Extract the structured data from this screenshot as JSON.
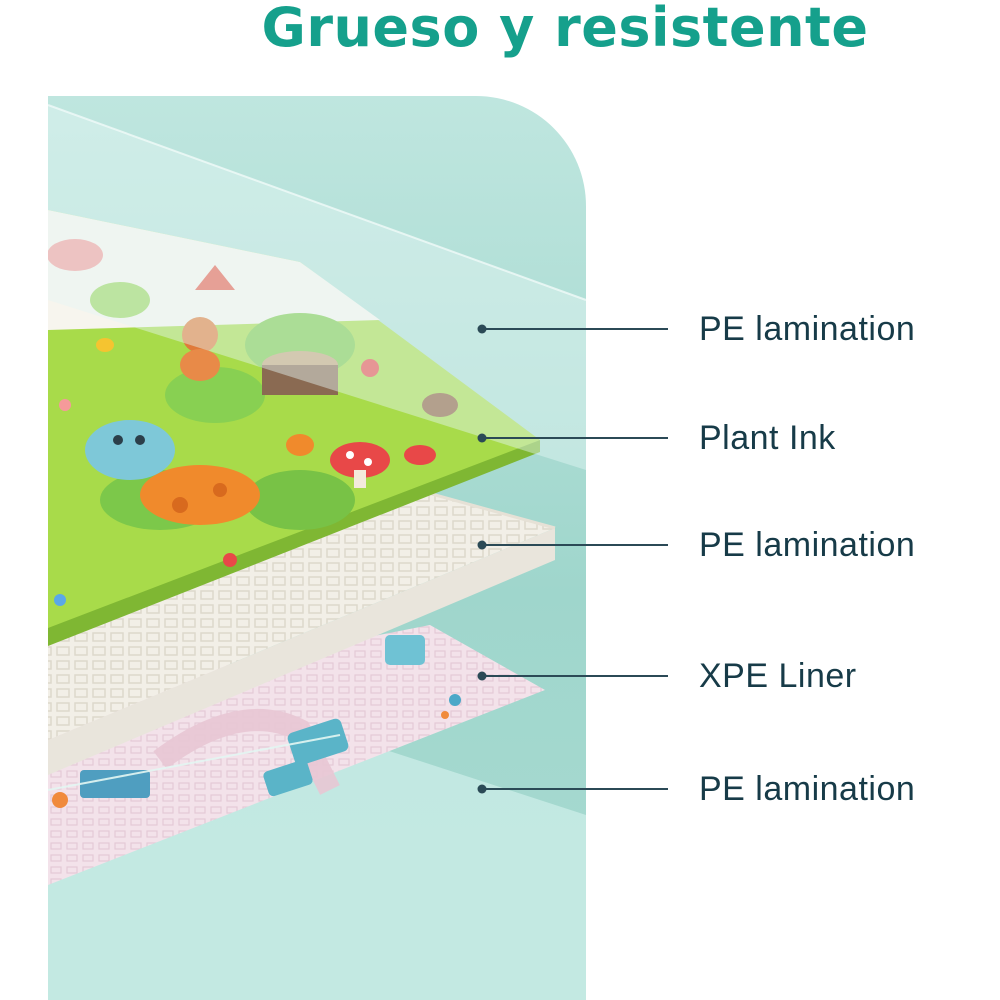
{
  "title": "Grueso y resistente",
  "colors": {
    "title": "#15a08c",
    "panel": "#a9dbd2",
    "label_text": "#173b48",
    "leader_line": "#2b4a56",
    "green_layer": "#9ed63a",
    "white_layer": "#f5f2ea",
    "pink_layer": "#f1dde6"
  },
  "layers": [
    {
      "label": "PE lamination"
    },
    {
      "label": "Plant Ink"
    },
    {
      "label": "PE lamination"
    },
    {
      "label": "XPE Liner"
    },
    {
      "label": "PE lamination"
    }
  ]
}
